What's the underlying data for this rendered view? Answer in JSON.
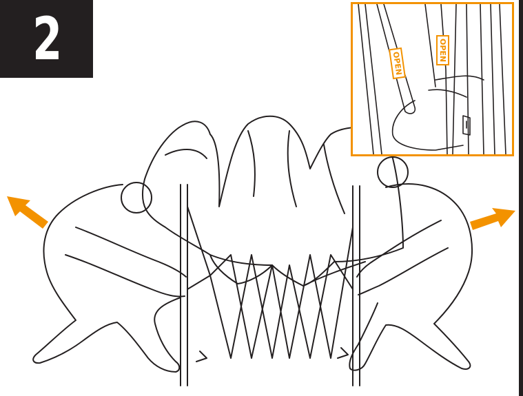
{
  "step": {
    "number": "2"
  },
  "inset": {
    "tag_left": "OPEN",
    "tag_right": "OPEN"
  },
  "colors": {
    "accent": "#f39200",
    "ink": "#231f20",
    "background": "#ffffff"
  }
}
